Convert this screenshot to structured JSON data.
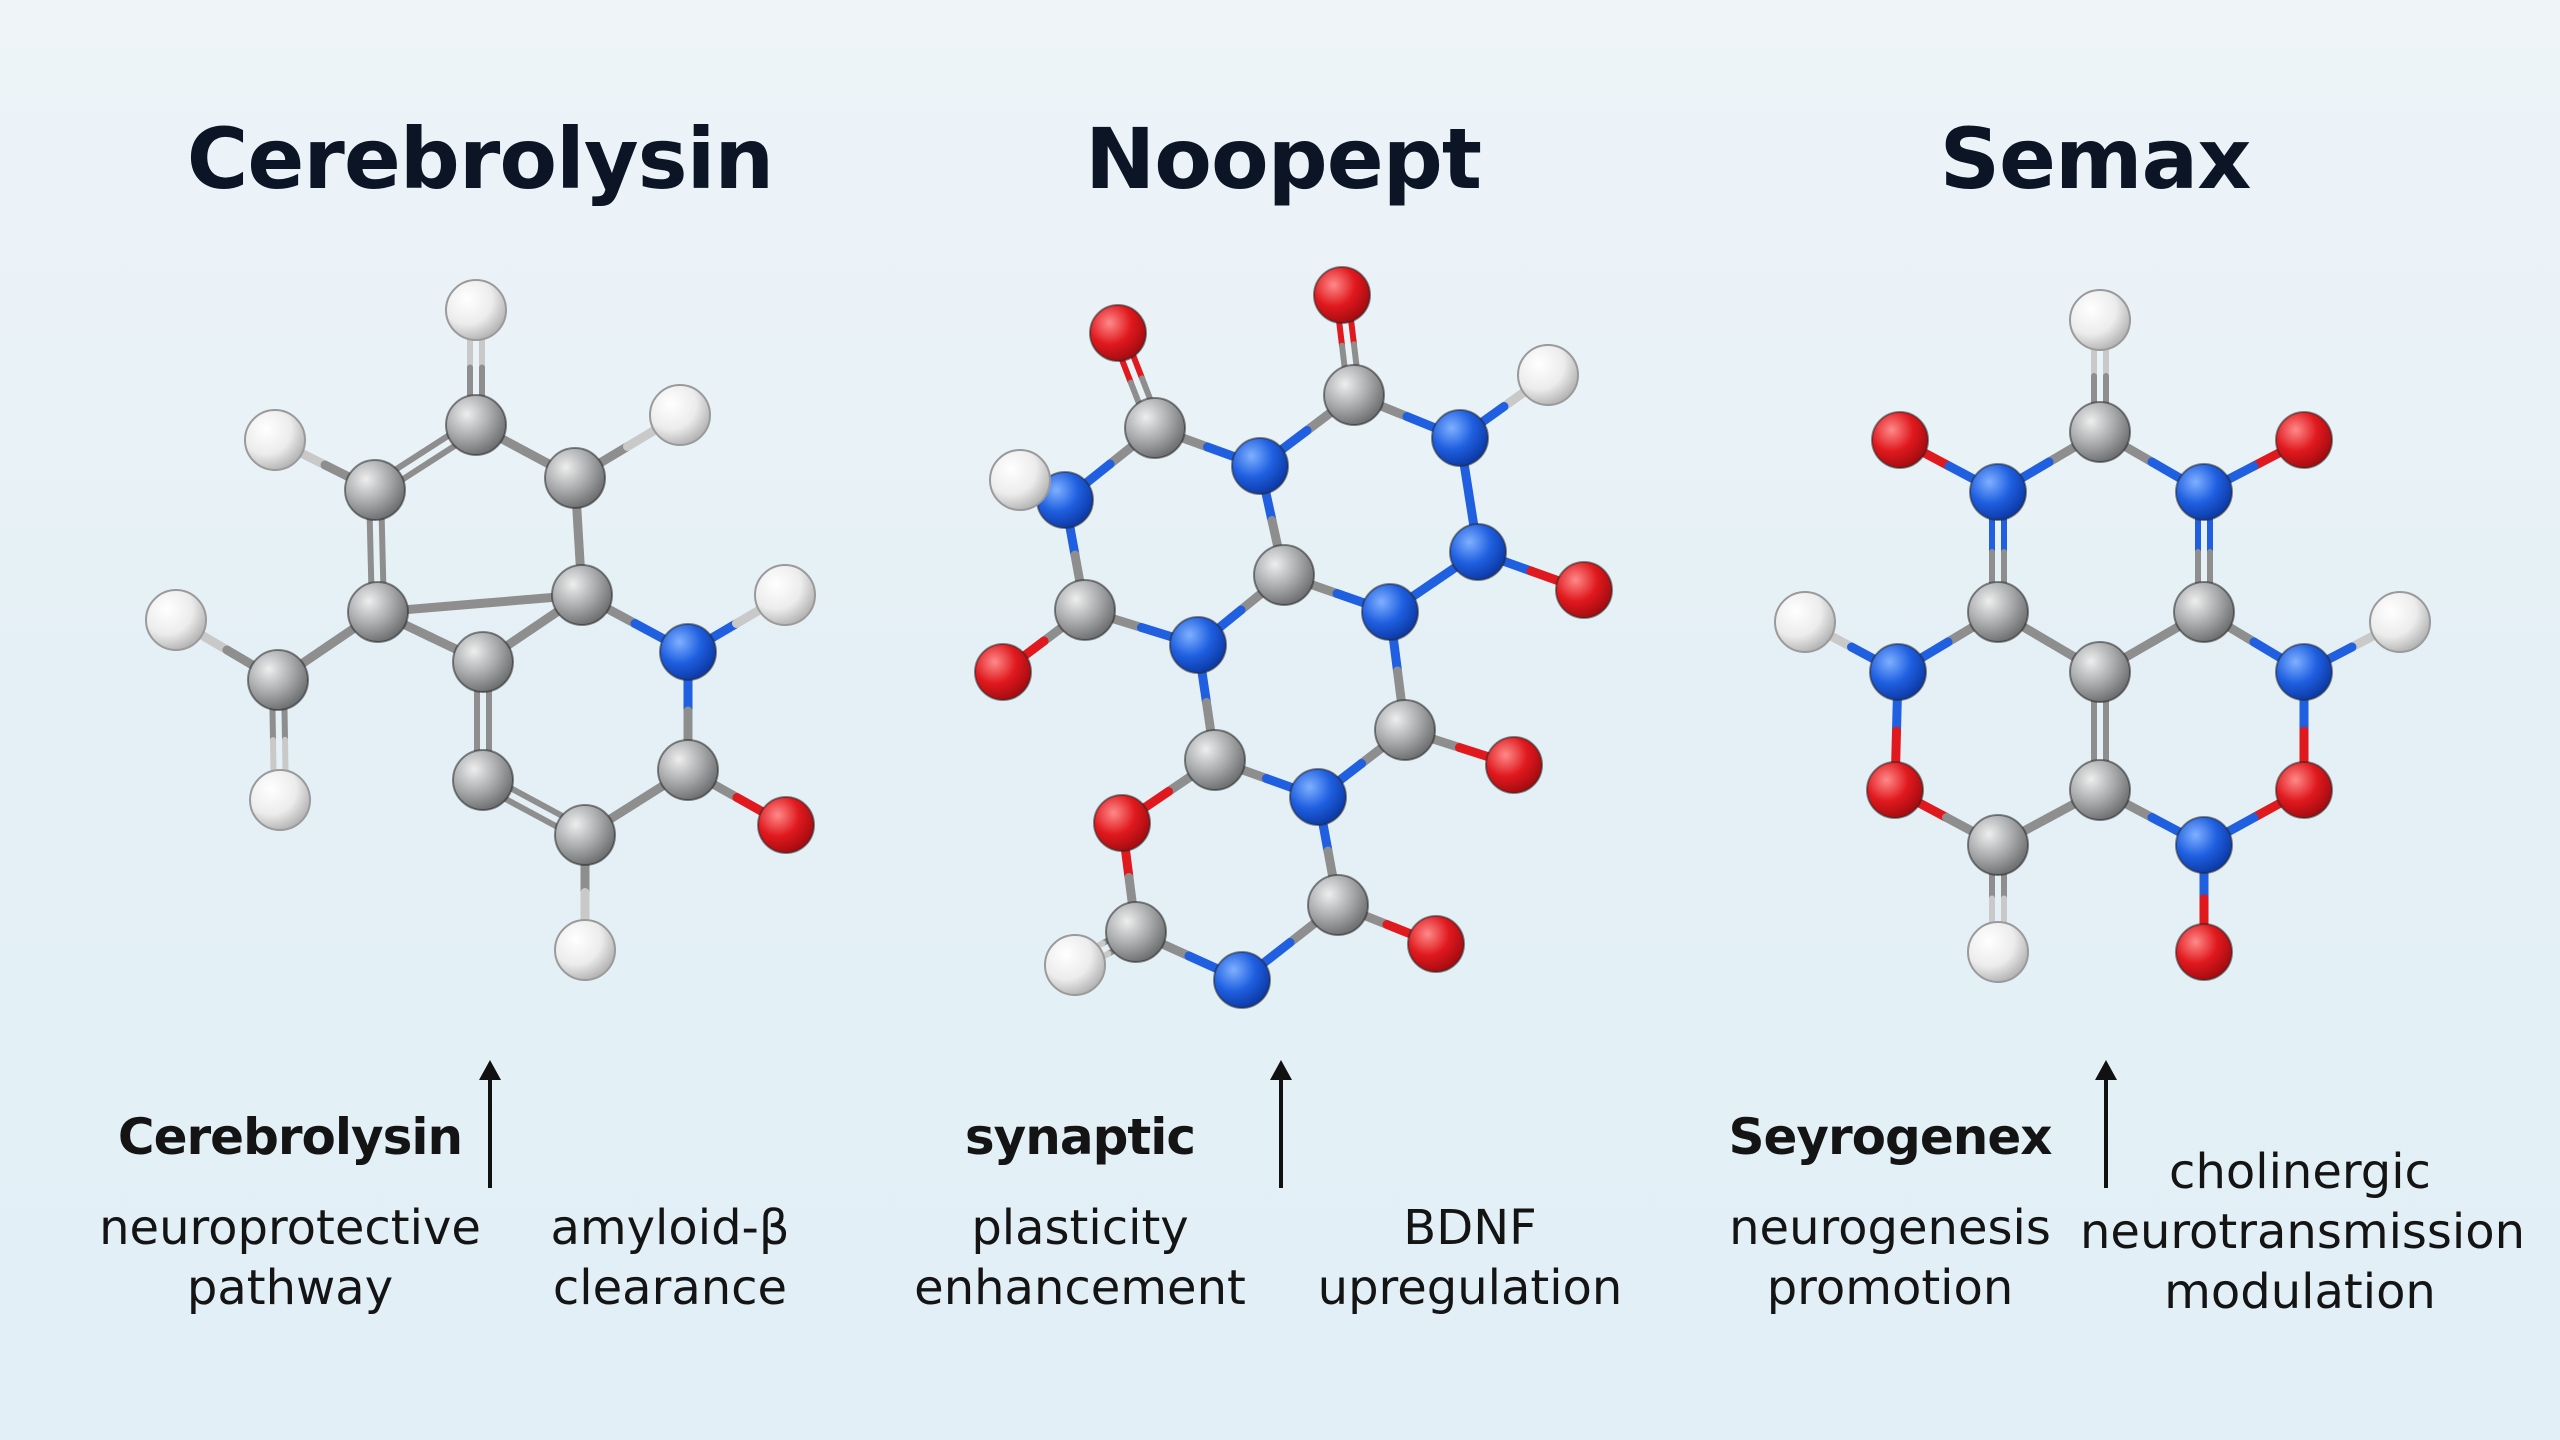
{
  "panels": [
    {
      "title": "Cerebrolysin",
      "label": "Cerebrolysin",
      "effect_left": [
        "neuroprotective",
        "pathway"
      ],
      "effect_right": [
        "amyloid-β",
        "clearance"
      ],
      "effect_right_lines": 2
    },
    {
      "title": "Noopept",
      "label": "synaptic",
      "effect_left": [
        "plasticity",
        "enhancement"
      ],
      "effect_right": [
        "BDNF",
        "upregulation"
      ]
    },
    {
      "title": "Semax",
      "label": "Seyrogenex",
      "effect_left": [
        "neurogenesis",
        "promotion"
      ],
      "effect_right": [
        "cholinergic",
        "neurotransmission",
        "modulation"
      ]
    }
  ],
  "colors": {
    "carbon": "#a9abad",
    "hydrogen": "#f2f2f2",
    "nitrogen": "#1f5fe0",
    "oxygen": "#e0191e",
    "bond": "#8e8e8e"
  },
  "icons": [
    "up-arrow-icon",
    "up-arrow-icon",
    "up-arrow-icon"
  ]
}
